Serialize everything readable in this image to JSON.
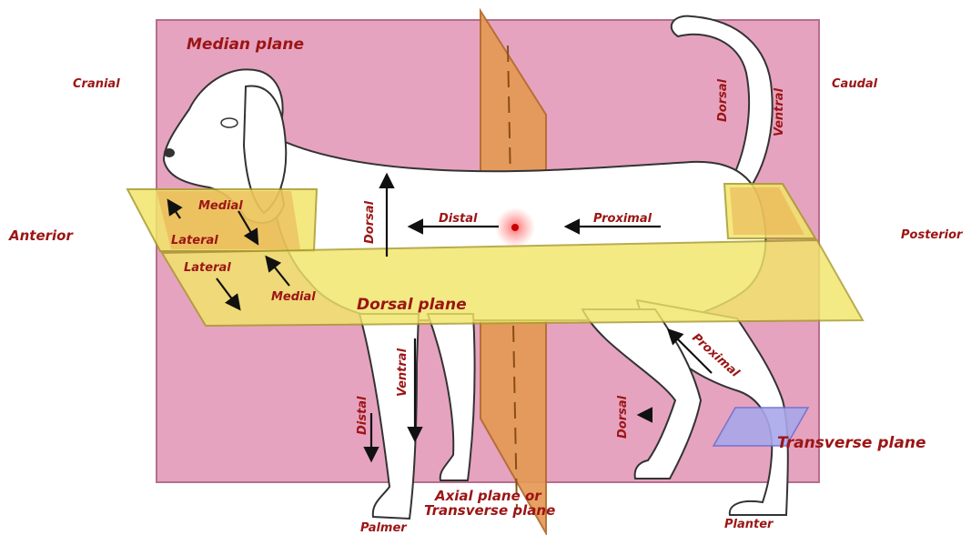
{
  "colors": {
    "median_plane": "#e6a3bf",
    "dorsal_plane": "#f1e66a",
    "axial_plane": "#e59a55",
    "transverse_plane": "#a9a7ea",
    "label": "#9b1515",
    "dog_outline": "#333333"
  },
  "planes": {
    "median": "Median plane",
    "dorsal": "Dorsal plane",
    "axial_line1": "Axial plane or",
    "axial_line2": "Transverse plane",
    "transverse": "Transverse plane"
  },
  "directions": {
    "cranial": "Cranial",
    "caudal": "Caudal",
    "anterior": "Anterior",
    "posterior": "Posterior"
  },
  "body_labels": {
    "tail_dorsal": "Dorsal",
    "tail_ventral": "Ventral",
    "head_medial": "Medial",
    "head_lateral": "Lateral",
    "front_lateral": "Lateral",
    "front_medial": "Medial",
    "trunk_dorsal": "Dorsal",
    "trunk_distal": "Distal",
    "trunk_proximal": "Proximal",
    "foreleg_distal": "Distal",
    "foreleg_ventral": "Ventral",
    "hindleg_dorsal": "Dorsal",
    "hindleg_proximal": "Proximal",
    "palmer": "Palmer",
    "planter": "Planter"
  },
  "icons": [
    "arrow-icon",
    "red-point-icon"
  ]
}
